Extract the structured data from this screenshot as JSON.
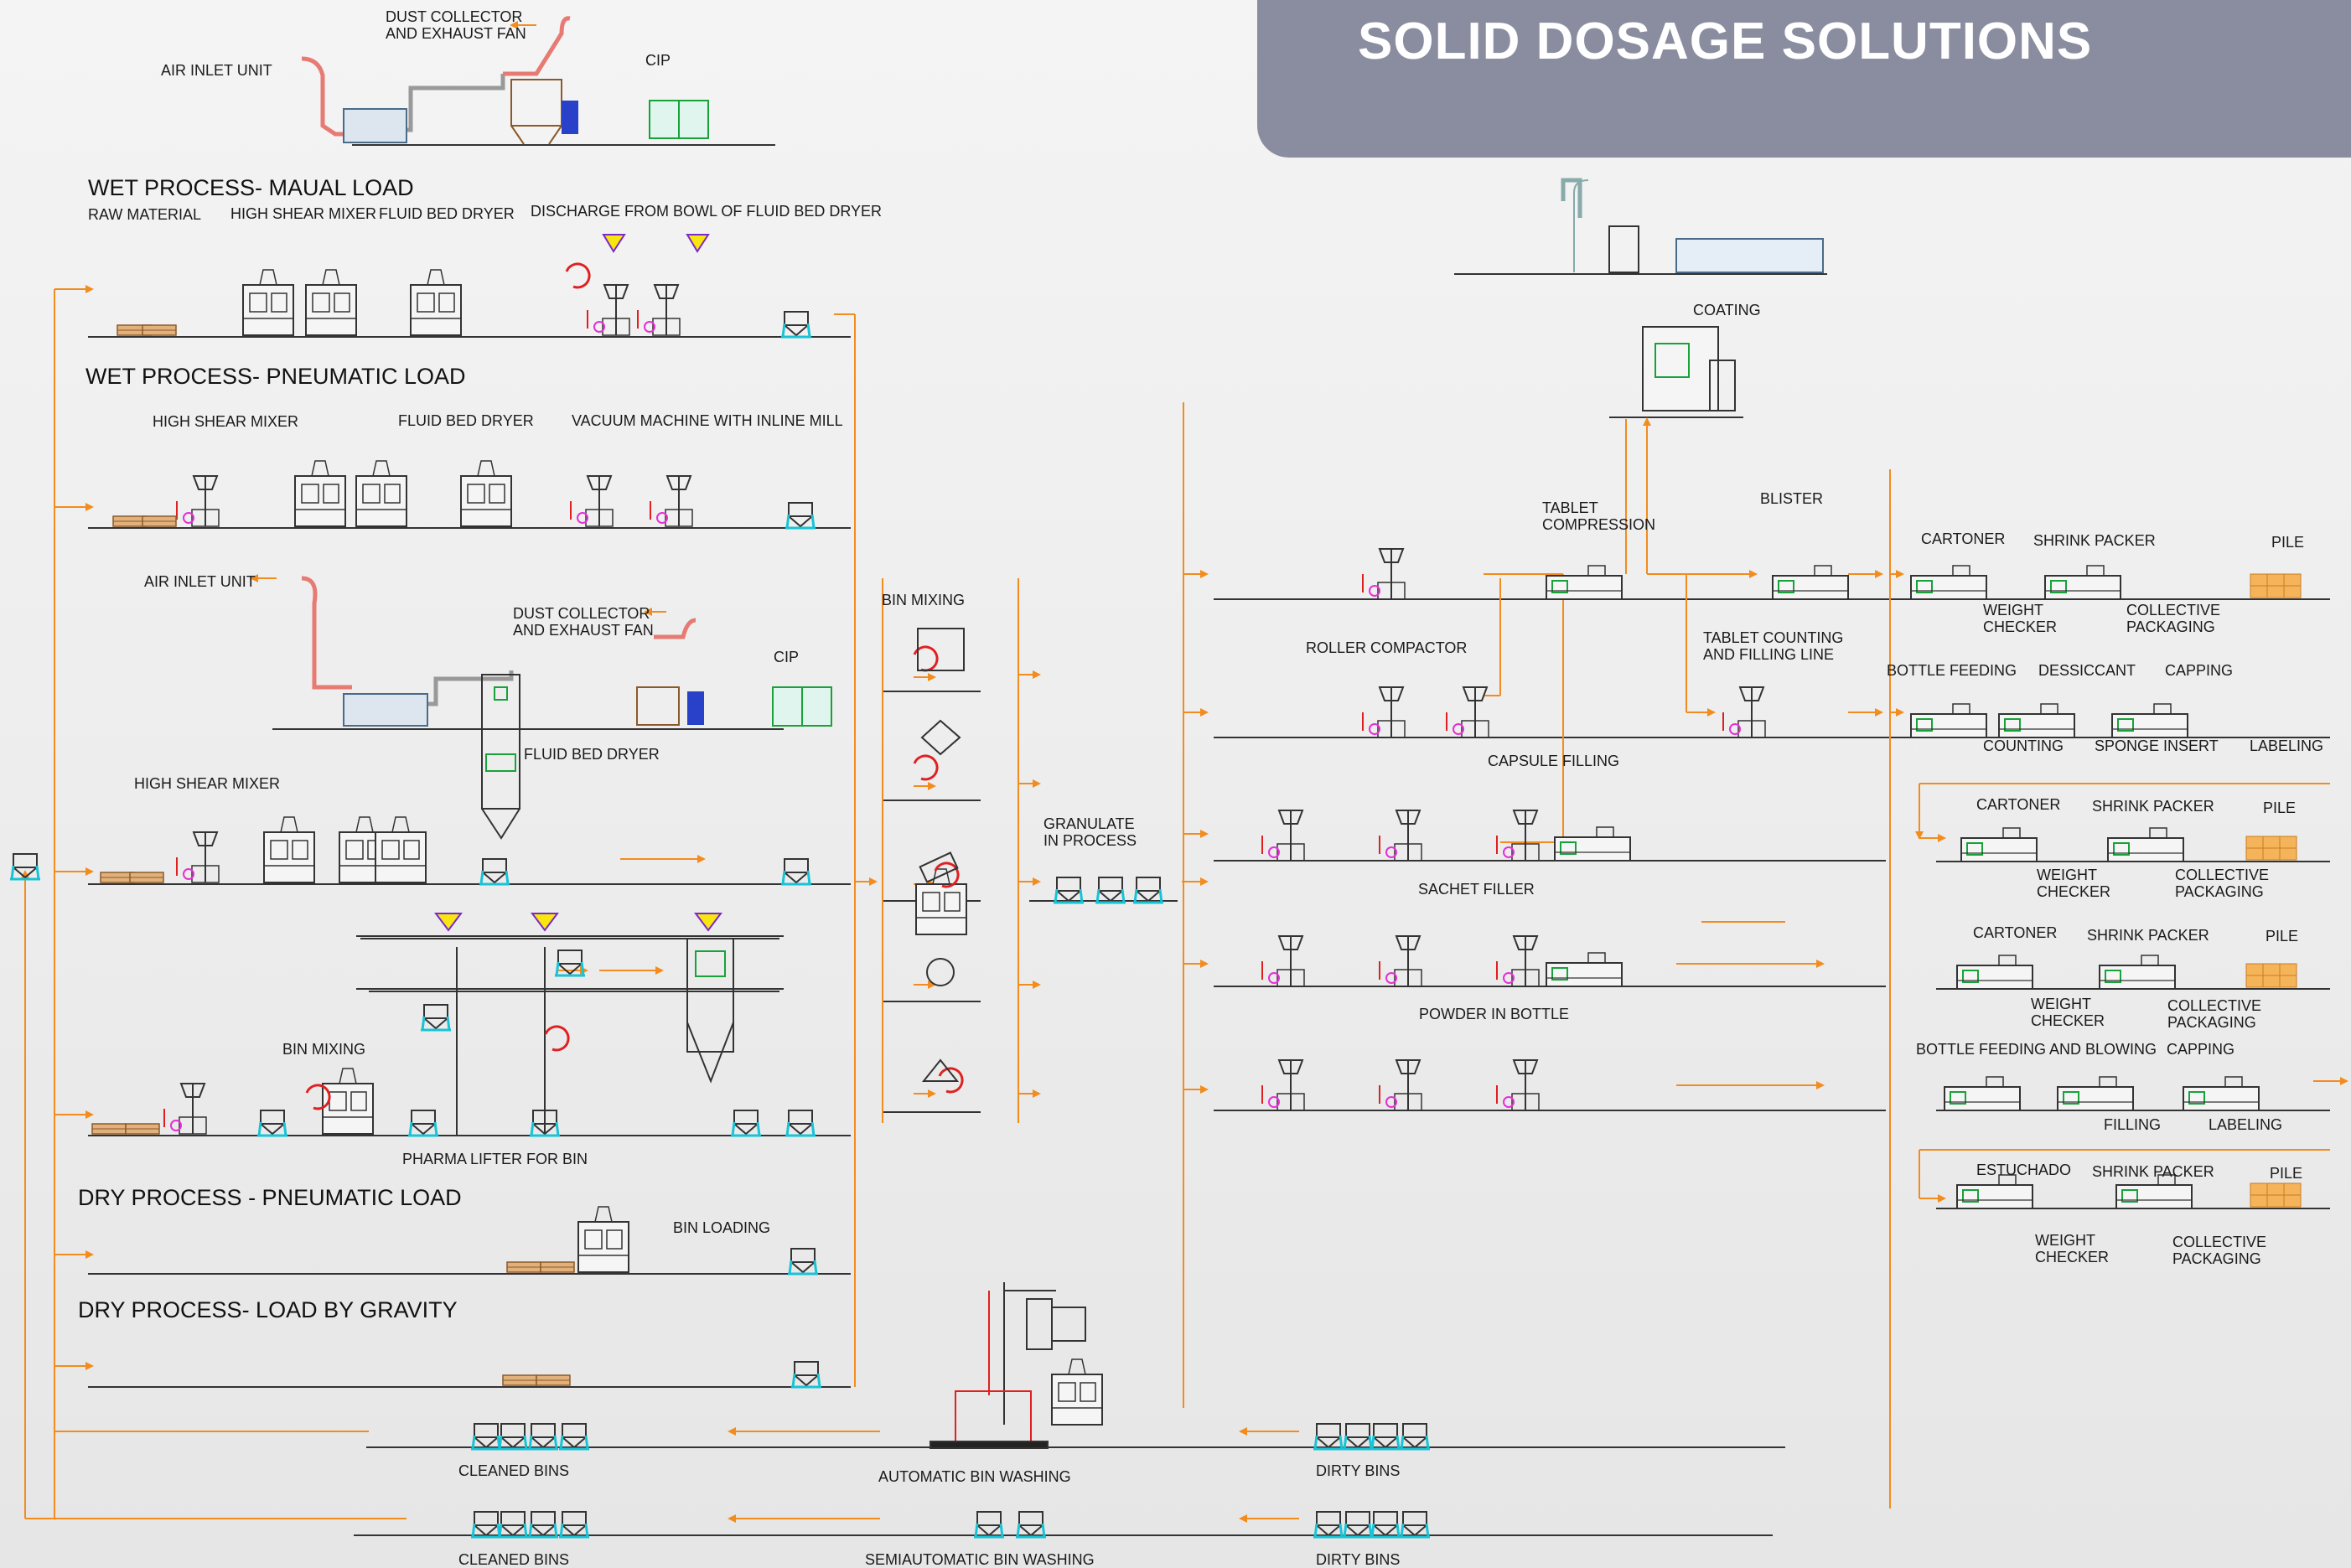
{
  "title": "SOLID DOSAGE SOLUTIONS",
  "colors": {
    "flow_arrow": "#f28c1e",
    "machine_line": "#333333",
    "accent_magenta": "#e52fd6",
    "accent_red": "#e02020",
    "accent_cyan": "#17c3d6",
    "accent_blue": "#1f3ec9",
    "accent_green": "#17a23a",
    "accent_yellow": "#f7e60f",
    "accent_purple": "#7a2ac9",
    "pallet": "#c8884a",
    "carton": "#f6b45a",
    "banner": "#8a8d9f"
  },
  "sections": {
    "wet_manual": "WET PROCESS- MAUAL LOAD",
    "wet_pneumatic": "WET PROCESS- PNEUMATIC LOAD",
    "dry_pneumatic": "DRY PROCESS - PNEUMATIC LOAD",
    "dry_gravity": "DRY PROCESS-  LOAD BY GRAVITY"
  },
  "labels": {
    "dust_collector_top_1": "DUST COLLECTOR",
    "dust_collector_top_2": "AND EXHAUST FAN",
    "air_inlet_top": "AIR INLET UNIT",
    "cip_top": "CIP",
    "raw_material": "RAW MATERIAL",
    "high_shear_mixer_1": "HIGH SHEAR MIXER",
    "fluid_bed_dryer_1": "FLUID BED DRYER",
    "discharge_bowl": "DISCHARGE FROM BOWL OF FLUID BED DRYER",
    "high_shear_mixer_2": "HIGH SHEAR MIXER",
    "fluid_bed_dryer_2": "FLUID BED DRYER",
    "vacuum_machine": "VACUUM  MACHINE WITH INLINE MILL",
    "air_inlet_mid": "AIR INLET UNIT",
    "dust_collector_mid_1": "DUST COLLECTOR",
    "dust_collector_mid_2": "AND EXHAUST FAN",
    "cip_mid": "CIP",
    "fluid_bed_dryer_3": "FLUID BED DRYER",
    "high_shear_mixer_3": "HIGH SHEAR MIXER",
    "bin_mixing_left": "BIN MIXING",
    "pharma_lifter": "PHARMA LIFTER FOR BIN",
    "bin_loading": "BIN LOADING",
    "bin_mixing_col": "BIN MIXING",
    "granulate_1": "GRANULATE",
    "granulate_2": "IN PROCESS",
    "coating": "COATING",
    "tablet_compression_1": "TABLET",
    "tablet_compression_2": "COMPRESSION",
    "blister": "BLISTER",
    "roller_compactor": "ROLLER COMPACTOR",
    "tablet_counting_1": "TABLET COUNTING",
    "tablet_counting_2": "AND FILLING LINE",
    "capsule_filling": "CAPSULE FILLING",
    "sachet_filler": "SACHET FILLER",
    "powder_in_bottle": "POWDER IN BOTTLE",
    "cartoner_1": "CARTONER",
    "shrink_packer_1": "SHRINK PACKER",
    "pile_1": "PILE",
    "weight_1a": "WEIGHT",
    "weight_1b": "CHECKER",
    "collective_1a": "COLLECTIVE",
    "collective_1b": "PACKAGING",
    "bottle_feeding": "BOTTLE FEEDING",
    "dessiccant": "DESSICCANT",
    "capping_1": "CAPPING",
    "counting": "COUNTING",
    "sponge_insert": "SPONGE INSERT",
    "labeling_1": "LABELING",
    "cartoner_2": "CARTONER",
    "shrink_packer_2": "SHRINK PACKER",
    "pile_2": "PILE",
    "weight_2a": "WEIGHT",
    "weight_2b": "CHECKER",
    "collective_2a": "COLLECTIVE",
    "collective_2b": "PACKAGING",
    "cartoner_3": "CARTONER",
    "shrink_packer_3": "SHRINK PACKER",
    "pile_3": "PILE",
    "weight_3a": "WEIGHT",
    "weight_3b": "CHECKER",
    "collective_3a": "COLLECTIVE",
    "collective_3b": "PACKAGING",
    "bottle_feeding_blowing": "BOTTLE FEEDING AND BLOWING",
    "capping_2": "CAPPING",
    "filling": "FILLING",
    "labeling_2": "LABELING",
    "estuchado": "ESTUCHADO",
    "shrink_packer_4": "SHRINK PACKER",
    "pile_4": "PILE",
    "weight_4a": "WEIGHT",
    "weight_4b": "CHECKER",
    "collective_4a": "COLLECTIVE",
    "collective_4b": "PACKAGING",
    "cleaned_bins_1": "CLEANED BINS",
    "automatic_bin_washing": "AUTOMATIC BIN WASHING",
    "dirty_bins_1": "DIRTY BINS",
    "cleaned_bins_2": "CLEANED BINS",
    "semiautomatic_bin_washing": "SEMIAUTOMATIC BIN WASHING",
    "dirty_bins_2": "DIRTY BINS"
  }
}
